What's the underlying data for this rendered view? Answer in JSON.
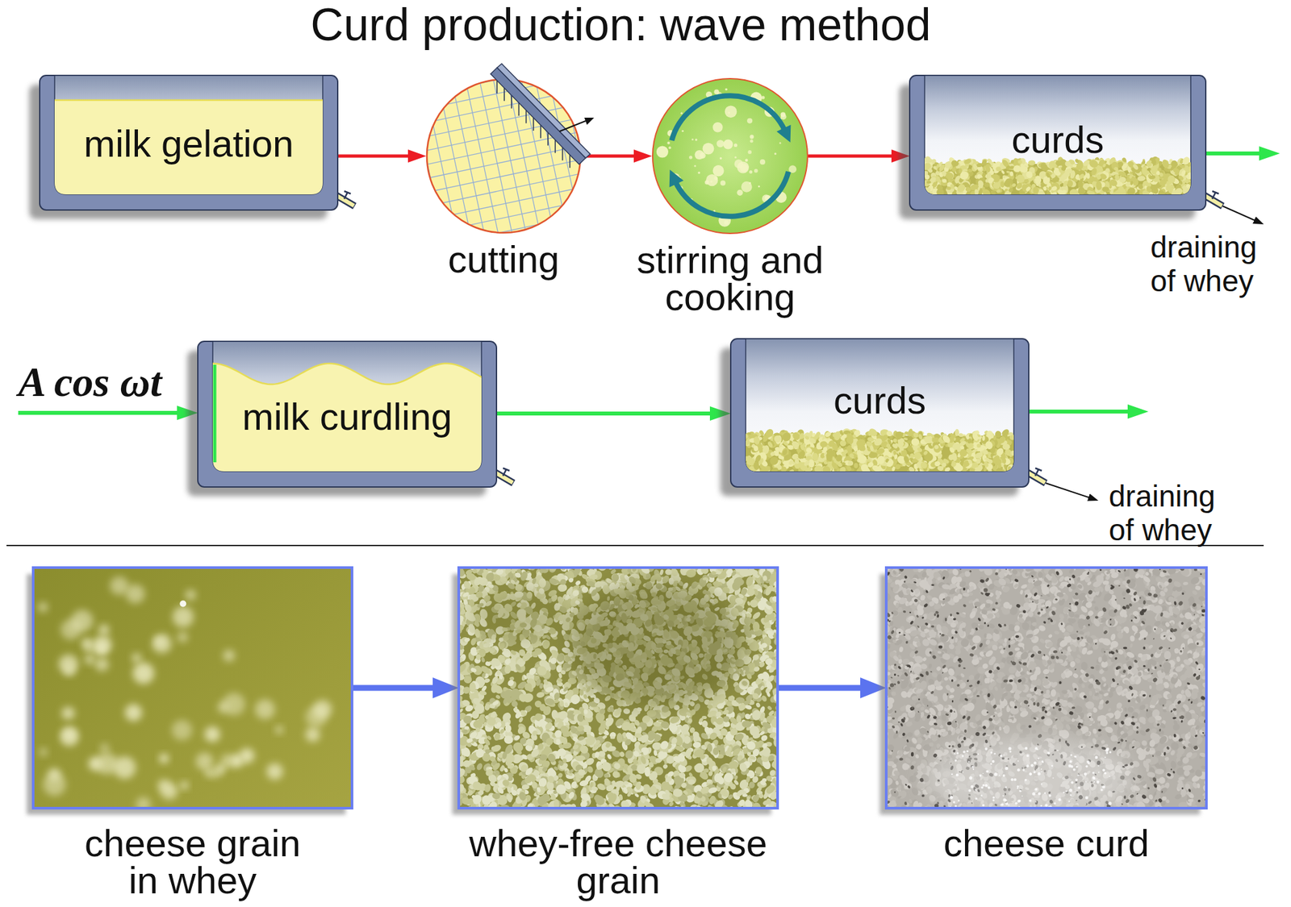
{
  "diagram": {
    "title": "Curd production: wave method",
    "nodes": [
      {
        "text": [
          "milk gelation"
        ]
      },
      {
        "text": [
          "cutting"
        ]
      },
      {
        "text": [
          "stirring and cooking"
        ]
      },
      {
        "text": [
          "curds"
        ]
      },
      {
        "text": [
          "milk curdling"
        ]
      },
      {
        "text": [
          "curds"
        ]
      },
      {
        "text": [
          "cheese grain in whey"
        ]
      },
      {
        "text": [
          "whey-free cheese grain"
        ]
      },
      {
        "text": [
          "cheese curd"
        ]
      }
    ],
    "edges": [
      {
        "from": 0,
        "to": 1,
        "arrow": "to"
      },
      {
        "from": 1,
        "to": 2,
        "arrow": "to"
      },
      {
        "from": 2,
        "to": 3,
        "arrow": "to"
      },
      {
        "from": 4,
        "to": 5,
        "arrow": "to"
      },
      {
        "from": 6,
        "to": 7,
        "arrow": "to"
      },
      {
        "from": 7,
        "to": 8,
        "arrow": "to"
      }
    ],
    "labels": [
      "draining of whey",
      "A cos ωt",
      "draining of whey"
    ]
  }
}
